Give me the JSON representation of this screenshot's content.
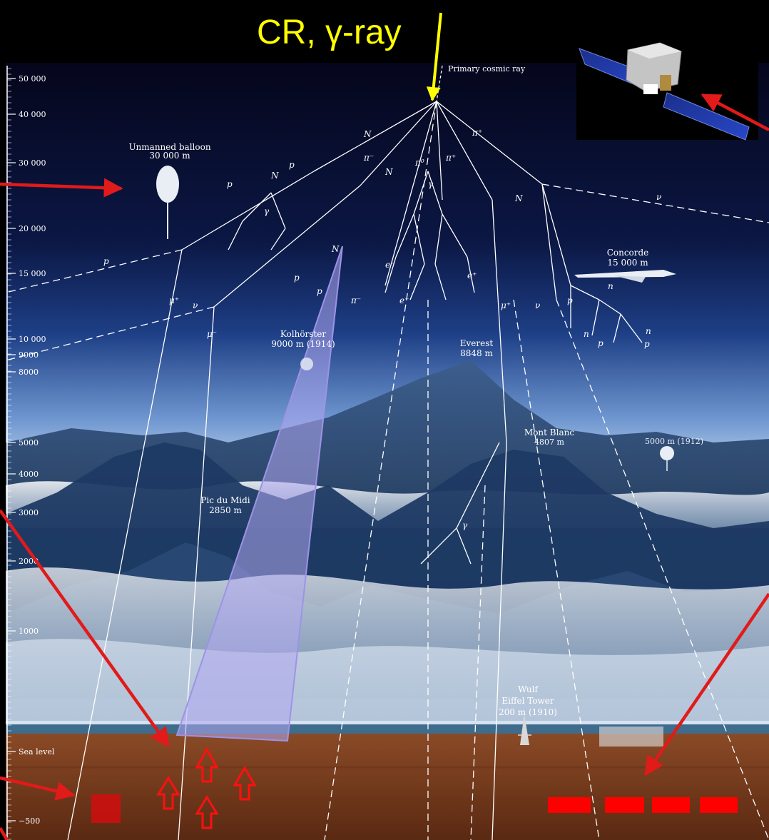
{
  "header": {
    "label": "CR, γ-ray"
  },
  "altitude_axis": {
    "ticks": [
      "50 000",
      "40 000",
      "30 000",
      "20 000",
      "15 000",
      "10 000",
      "9000",
      "8000",
      "5000",
      "4000",
      "3000",
      "2000",
      "1000",
      "Sea level",
      "−500"
    ]
  },
  "annotations": {
    "primary": "Primary cosmic ray",
    "balloon_title": "Unmanned balloon",
    "balloon_alt": "30 000 m",
    "concorde_title": "Concorde",
    "concorde_alt": "15 000 m",
    "kolhorster_title": "Kolhörster",
    "kolhorster_alt": "9000 m (1914)",
    "everest_title": "Everest",
    "everest_alt": "8848 m",
    "montblanc_title": "Mont Blanc",
    "montblanc_alt": "4807 m",
    "hess_alt": "5000 m (1912)",
    "picdumidi_title": "Pic du Midi",
    "picdumidi_alt": "2850 m",
    "eiffel_1": "Wulf",
    "eiffel_2": "Eiffel Tower",
    "eiffel_3": "200 m (1910)"
  },
  "particles": {
    "N": "N",
    "p": "p",
    "n": "n",
    "pi_plus": "π⁺",
    "pi_minus": "π⁻",
    "pi_zero": "π⁰",
    "mu_plus": "μ⁺",
    "mu_minus": "μ⁻",
    "nu": "ν",
    "e_minus": "e⁻",
    "e_plus": "e⁺",
    "gamma": "γ"
  },
  "colors": {
    "sky_top": "#05061c",
    "sky_mid": "#1e3f86",
    "sky_horizon": "#6f97d0",
    "mountain": "#28466d",
    "ground": "#7a3d1f",
    "accent_yellow": "#ffff00",
    "arrow_red": "#e11a1a",
    "cone_fill": "#b0a8f0"
  },
  "icons": [
    "satellite-icon",
    "balloon-icon",
    "concorde-icon",
    "eiffel-tower-icon",
    "detector-array-icon",
    "up-arrow-icon"
  ]
}
